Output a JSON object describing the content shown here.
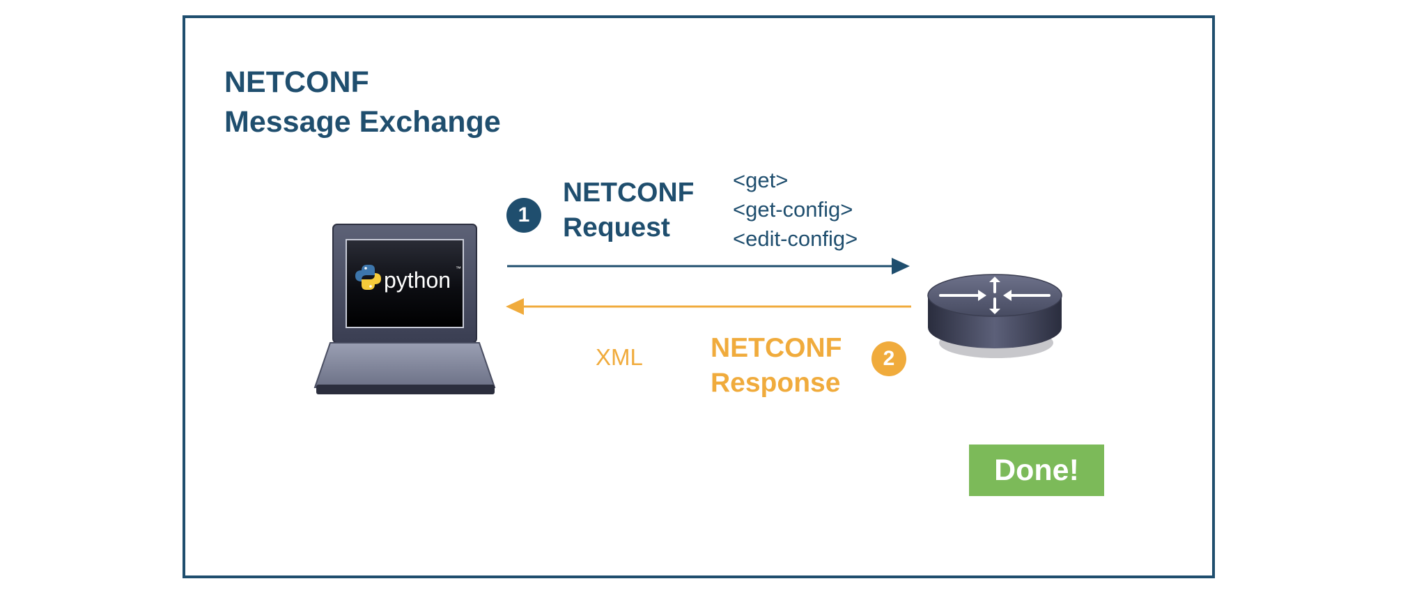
{
  "title": {
    "line1": "NETCONF",
    "line2": "Message Exchange"
  },
  "request": {
    "step": "1",
    "line1": "NETCONF",
    "line2": "Request",
    "operations": [
      "<get>",
      "<get-config>",
      "<edit-config>"
    ]
  },
  "response": {
    "step": "2",
    "line1": "NETCONF",
    "line2": "Response",
    "format": "XML"
  },
  "laptop": {
    "screen_text": "python",
    "trademark": "™",
    "icon": "python-logo-icon"
  },
  "router": {
    "icon": "router-icon"
  },
  "status": {
    "label": "Done!"
  },
  "colors": {
    "frame": "#1f4e6e",
    "request": "#1f4e6e",
    "response": "#f0ab3c",
    "done": "#7cba59"
  }
}
